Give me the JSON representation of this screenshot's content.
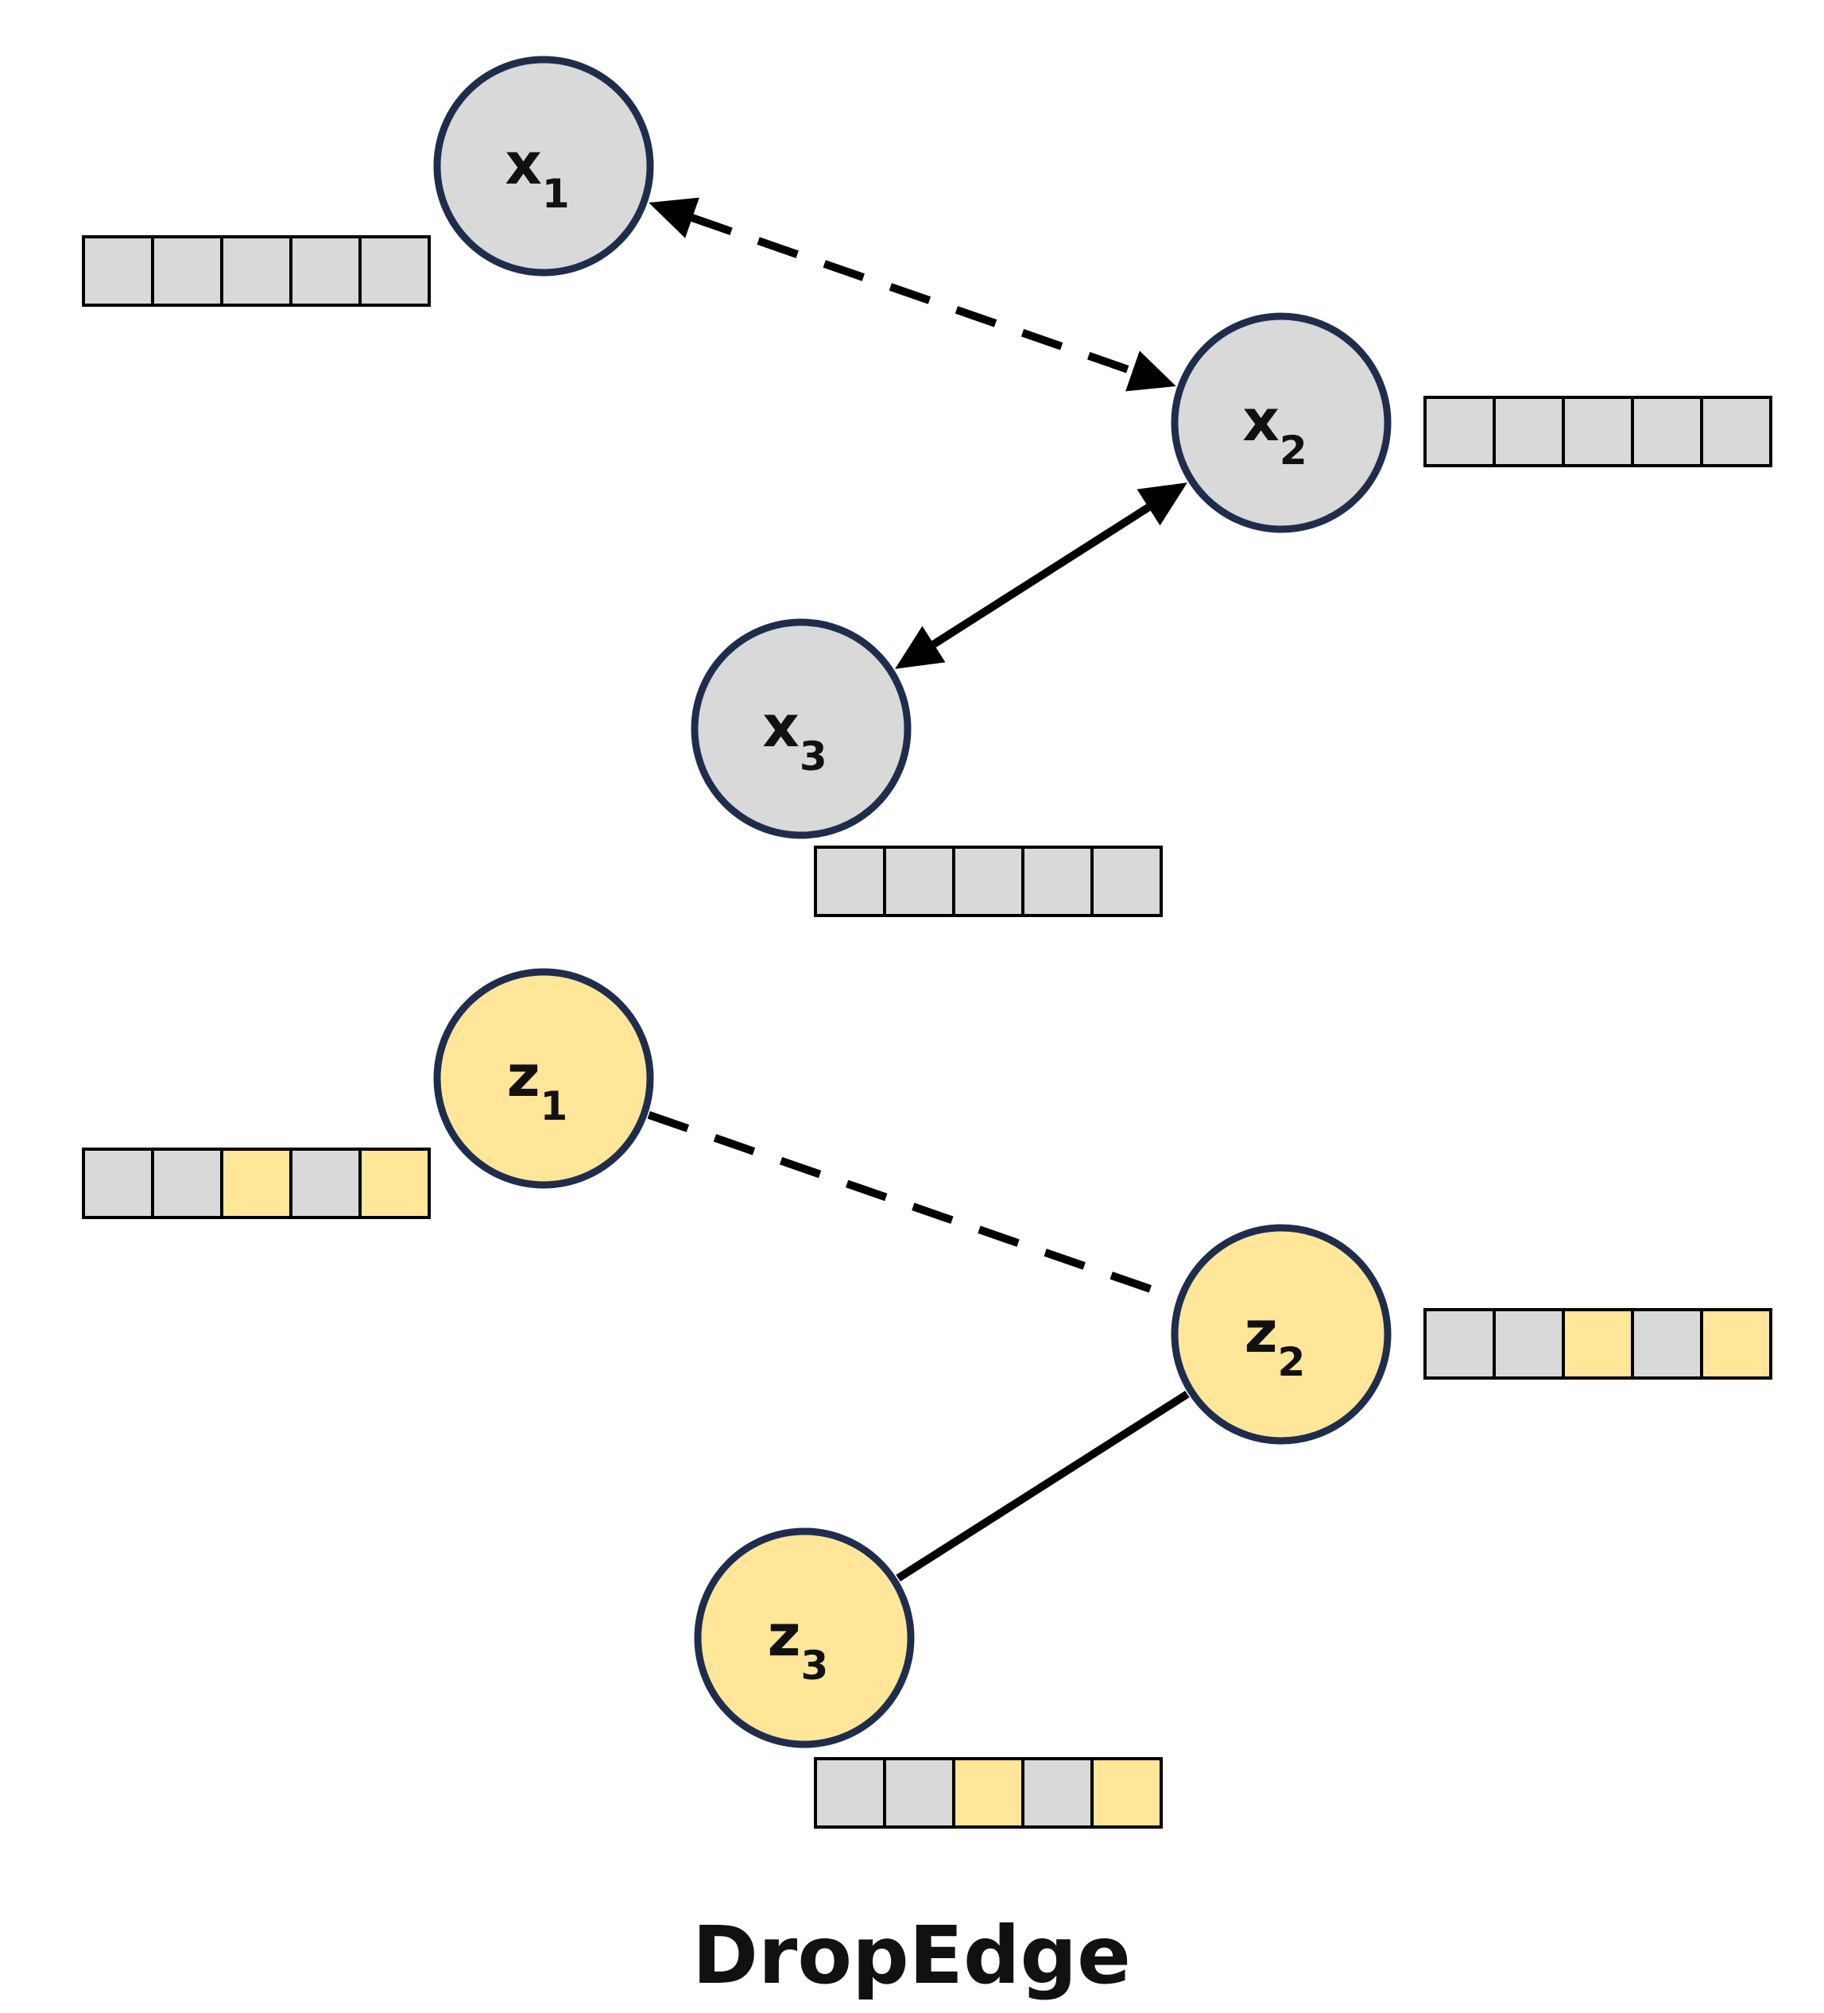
{
  "colors": {
    "gray_fill": "#d9d9d9",
    "yellow_fill": "#ffe699",
    "node_stroke": "#1f2d4d",
    "edge": "#000000",
    "cell_stroke": "#000000"
  },
  "caption": "DropEdge",
  "top_graph": {
    "nodes": [
      {
        "id": "x1",
        "var": "x",
        "sub": "1",
        "fill": "gray"
      },
      {
        "id": "x2",
        "var": "x",
        "sub": "2",
        "fill": "gray"
      },
      {
        "id": "x3",
        "var": "x",
        "sub": "3",
        "fill": "gray"
      }
    ],
    "feature_vectors": [
      {
        "node": "x1",
        "cells": [
          "gray",
          "gray",
          "gray",
          "gray",
          "gray"
        ]
      },
      {
        "node": "x2",
        "cells": [
          "gray",
          "gray",
          "gray",
          "gray",
          "gray"
        ]
      },
      {
        "node": "x3",
        "cells": [
          "gray",
          "gray",
          "gray",
          "gray",
          "gray"
        ]
      }
    ],
    "edges": [
      {
        "from": "x1",
        "to": "x2",
        "style": "dashed",
        "arrows": "both"
      },
      {
        "from": "x2",
        "to": "x3",
        "style": "solid",
        "arrows": "both"
      }
    ]
  },
  "bottom_graph": {
    "nodes": [
      {
        "id": "z1",
        "var": "z",
        "sub": "1",
        "fill": "yellow"
      },
      {
        "id": "z2",
        "var": "z",
        "sub": "2",
        "fill": "yellow"
      },
      {
        "id": "z3",
        "var": "z",
        "sub": "3",
        "fill": "yellow"
      }
    ],
    "feature_vectors": [
      {
        "node": "z1",
        "cells": [
          "gray",
          "gray",
          "yellow",
          "gray",
          "yellow"
        ]
      },
      {
        "node": "z2",
        "cells": [
          "gray",
          "gray",
          "yellow",
          "gray",
          "yellow"
        ]
      },
      {
        "node": "z3",
        "cells": [
          "gray",
          "gray",
          "yellow",
          "gray",
          "yellow"
        ]
      }
    ],
    "edges": [
      {
        "from": "z1",
        "to": "z2",
        "style": "dashed",
        "arrows": "none"
      },
      {
        "from": "z2",
        "to": "z3",
        "style": "solid",
        "arrows": "none"
      }
    ]
  }
}
